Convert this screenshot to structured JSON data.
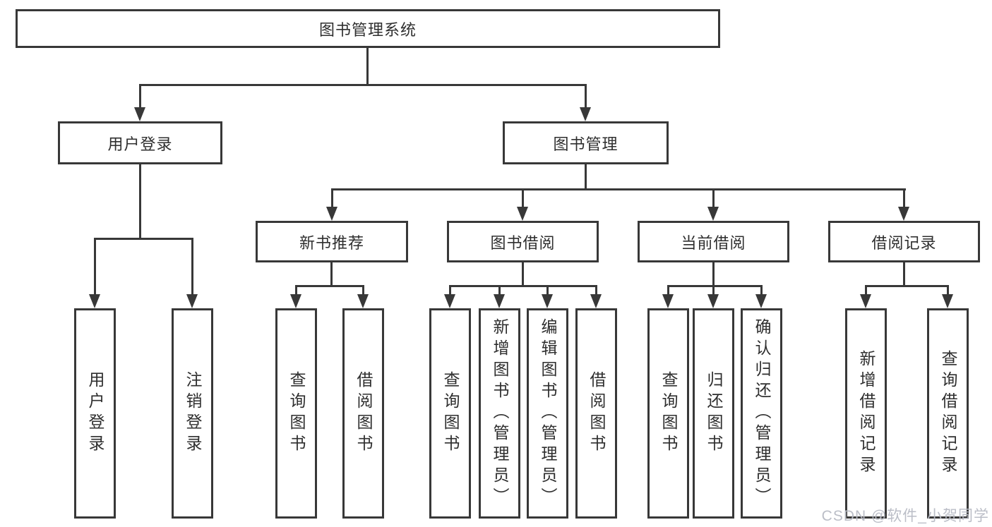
{
  "tree": {
    "root": {
      "label": "图书管理系统"
    },
    "branches": [
      {
        "label": "用户登录",
        "children": [
          {
            "label": "用户登录"
          },
          {
            "label": "注销登录"
          }
        ]
      },
      {
        "label": "图书管理",
        "children": [
          {
            "label": "新书推荐",
            "children": [
              {
                "label": "查询图书"
              },
              {
                "label": "借阅图书"
              }
            ]
          },
          {
            "label": "图书借阅",
            "children": [
              {
                "label": "查询图书"
              },
              {
                "label": "新增图书（管理员）"
              },
              {
                "label": "编辑图书（管理员）"
              },
              {
                "label": "借阅图书"
              }
            ]
          },
          {
            "label": "当前借阅",
            "children": [
              {
                "label": "查询图书"
              },
              {
                "label": "归还图书"
              },
              {
                "label": "确认归还（管理员）"
              }
            ]
          },
          {
            "label": "借阅记录",
            "children": [
              {
                "label": "新增借阅记录"
              },
              {
                "label": "查询借阅记录"
              }
            ]
          }
        ]
      }
    ]
  },
  "watermark": "CSDN @软件_小贺同学",
  "colors": {
    "line": "#383838",
    "text": "#2e2e2e",
    "background": "#ffffff",
    "watermark": "#b7bbc4"
  }
}
